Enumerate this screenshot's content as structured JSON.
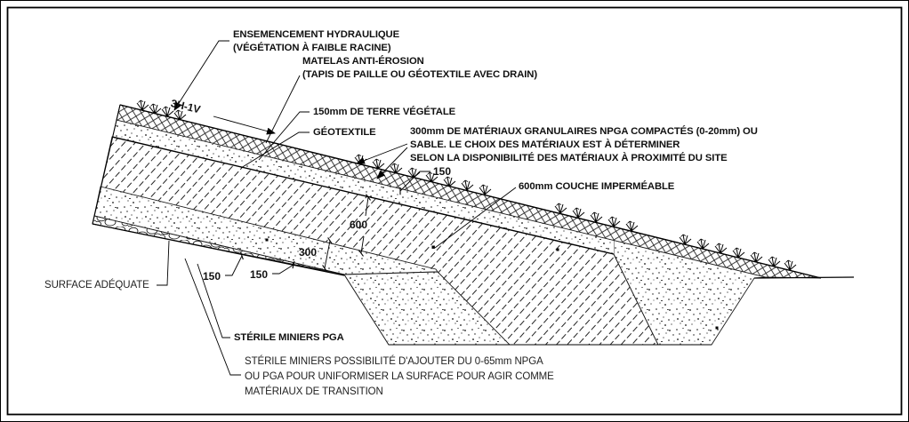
{
  "diagram": {
    "labels": {
      "ensemencement": {
        "line1": "ENSEMENCEMENT HYDRAULIQUE",
        "line2": "(VÉGÉTATION À FAIBLE RACINE)"
      },
      "matelas": {
        "line1": "MATELAS ANTI-ÉROSION",
        "line2": "(TAPIS DE PAILLE OU GÉOTEXTILE AVEC DRAIN)"
      },
      "terre_vegetale": "150mm DE TERRE VÉGÉTALE",
      "geotextile": "GÉOTEXTILE",
      "granulaires": {
        "line1": "300mm DE MATÉRIAUX GRANULAIRES NPGA COMPACTÉS (0-20mm) OU",
        "line2": "SABLE. LE CHOIX DES MATÉRIAUX EST À DÉTERMINER",
        "line3": "SELON LA DISPONIBILITÉ DES MATÉRIAUX À PROXIMITÉ DU SITE"
      },
      "couche_impermeable": "600mm COUCHE IMPERMÉABLE",
      "slope_ratio": "3H-1V",
      "surface_adequate": "SURFACE ADÉQUATE",
      "sterile_miniers_pga": "STÉRILE MINIERS PGA",
      "transition": {
        "line1": "STÉRILE MINIERS POSSIBILITÉ D'AJOUTER DU 0-65mm NPGA",
        "line2": "OU PGA POUR UNIFORMISER LA SURFACE POUR AGIR COMME",
        "line3": "MATÉRIAUX DE TRANSITION"
      }
    },
    "dimensions": {
      "terre": "150",
      "impermeable": "600",
      "granulaire": "300",
      "transition_a": "150",
      "transition_b": "150"
    },
    "colors": {
      "line": "#000000",
      "background": "#ffffff"
    }
  }
}
